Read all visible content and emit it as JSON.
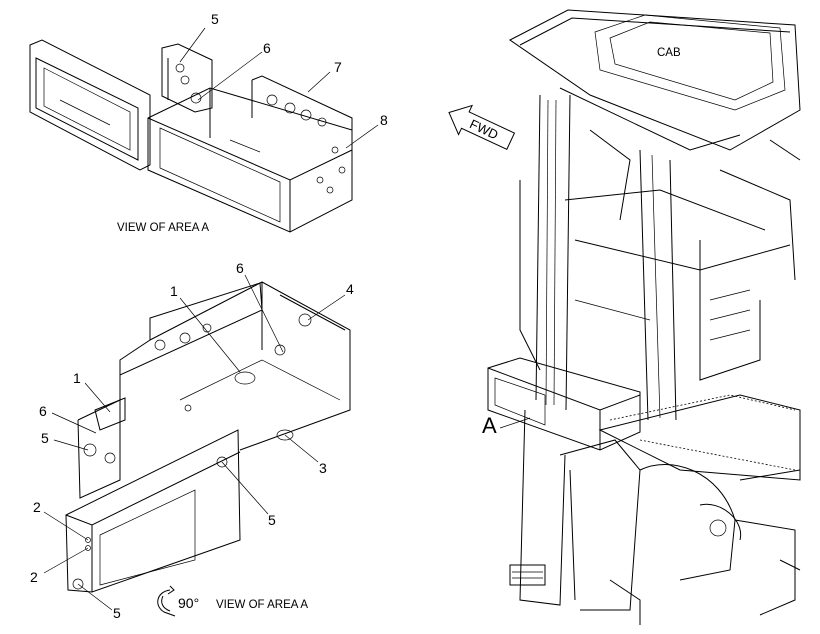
{
  "captions": {
    "top_view": "VIEW OF AREA A",
    "bottom_view": "VIEW OF AREA A",
    "rotation": "90°",
    "cab": "CAB",
    "fwd": "FWD",
    "area": "A"
  },
  "callouts": {
    "top": [
      "5",
      "6",
      "7",
      "8"
    ],
    "bottom": [
      "6",
      "1",
      "4",
      "1",
      "6",
      "5",
      "3",
      "5",
      "2",
      "2",
      "5"
    ]
  }
}
